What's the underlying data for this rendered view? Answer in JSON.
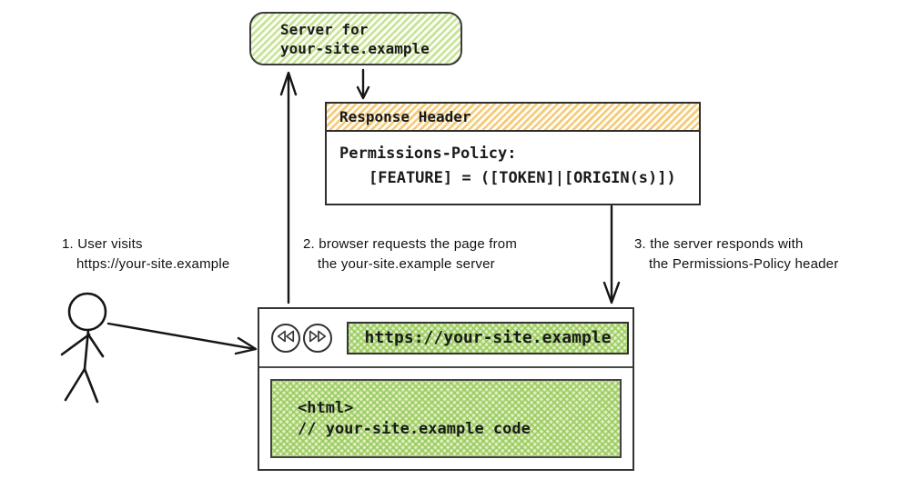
{
  "colors": {
    "green_hatch": "#c7e496",
    "green_crosshatch": "#aed581",
    "orange_hatch": "#f4ca79",
    "ink": "#1a1a1a"
  },
  "server_box": {
    "line1": "Server for",
    "line2": "your-site.example"
  },
  "response_header": {
    "title": "Response Header",
    "body_line1": "Permissions-Policy:",
    "body_line2": "[FEATURE] = ([TOKEN]|[ORIGIN(s)])"
  },
  "steps": {
    "step1": {
      "line1": "1. User visits",
      "line2": "https://your-site.example"
    },
    "step2": {
      "line1": "2. browser requests the page from",
      "line2": "the your-site.example server"
    },
    "step3": {
      "line1": "3. the server responds with",
      "line2": "the Permissions-Policy header"
    }
  },
  "browser": {
    "url": "https://your-site.example",
    "content_line1": "<html>",
    "content_line2": "// your-site.example code",
    "back_button_icon": "rewind-icon",
    "forward_button_icon": "fast-forward-icon"
  }
}
